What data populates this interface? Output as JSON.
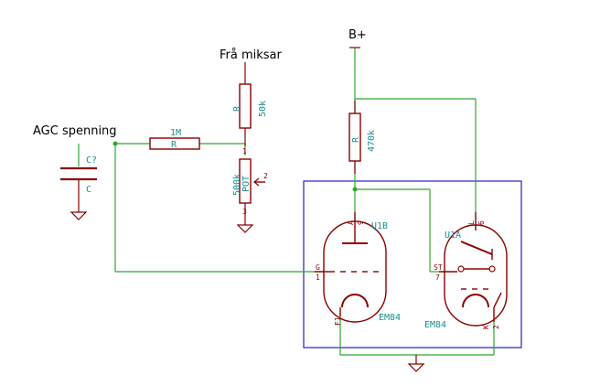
{
  "labels": {
    "b_plus": "B+",
    "from_mixer": "Frå miksar",
    "agc": "AGC spenning"
  },
  "components": {
    "r_470k": {
      "ref": "R",
      "value": "470k"
    },
    "r_50k": {
      "ref": "R",
      "value": "50k"
    },
    "r_1m": {
      "ref": "R",
      "value": "1M"
    },
    "pot": {
      "ref": "POT",
      "value": "500k",
      "pins": [
        "1",
        "2",
        "3"
      ]
    },
    "cap": {
      "ref": "C?",
      "value": "C"
    },
    "u1b": {
      "ref": "U1B",
      "value": "EM84",
      "pins": {
        "a": "A",
        "a_num": "9",
        "g": "G",
        "g_num": "1",
        "f": "F1"
      }
    },
    "u1a": {
      "ref": "U1A",
      "value": "EM84",
      "pins": {
        "l": "L",
        "l_num": "6",
        "st": "ST",
        "st_num": "7",
        "k": "K",
        "k_num": "2"
      }
    }
  },
  "colors": {
    "wire": "#2fa82f",
    "component": "#8b0000",
    "text": "#1a8f8f",
    "box": "#1f1fc8"
  }
}
